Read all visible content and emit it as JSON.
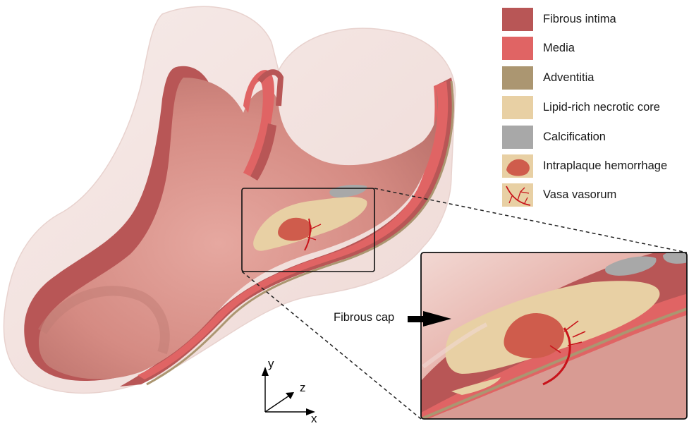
{
  "legend": {
    "items": [
      {
        "label": "Fibrous intima",
        "color": "#b85656",
        "pattern": "solid"
      },
      {
        "label": "Media",
        "color": "#e06464",
        "pattern": "solid"
      },
      {
        "label": "Adventitia",
        "color": "#ab9671",
        "pattern": "solid"
      },
      {
        "label": "Lipid-rich necrotic core",
        "color": "#e8d0a4",
        "pattern": "solid"
      },
      {
        "label": "Calcification",
        "color": "#a8a8a8",
        "pattern": "solid"
      },
      {
        "label": "Intraplaque hemorrhage",
        "color": "#cf5c4c",
        "pattern": "blob-on-lipid"
      },
      {
        "label": "Vasa vasorum",
        "color": "#c8131a",
        "pattern": "vessels-on-lipid"
      }
    ]
  },
  "callout": {
    "label": "Fibrous cap"
  },
  "axes": {
    "x": "x",
    "y": "y",
    "z": "z"
  },
  "colors": {
    "lumen_surface": "#d68f88",
    "outer_shell": "#f3e2df",
    "intima": "#b85656",
    "media": "#e06464",
    "adventitia": "#ab9671",
    "lipid": "#e8d0a4",
    "calcification": "#a8a8a8",
    "hemorrhage": "#cf5c4c",
    "vessels": "#c8131a"
  }
}
